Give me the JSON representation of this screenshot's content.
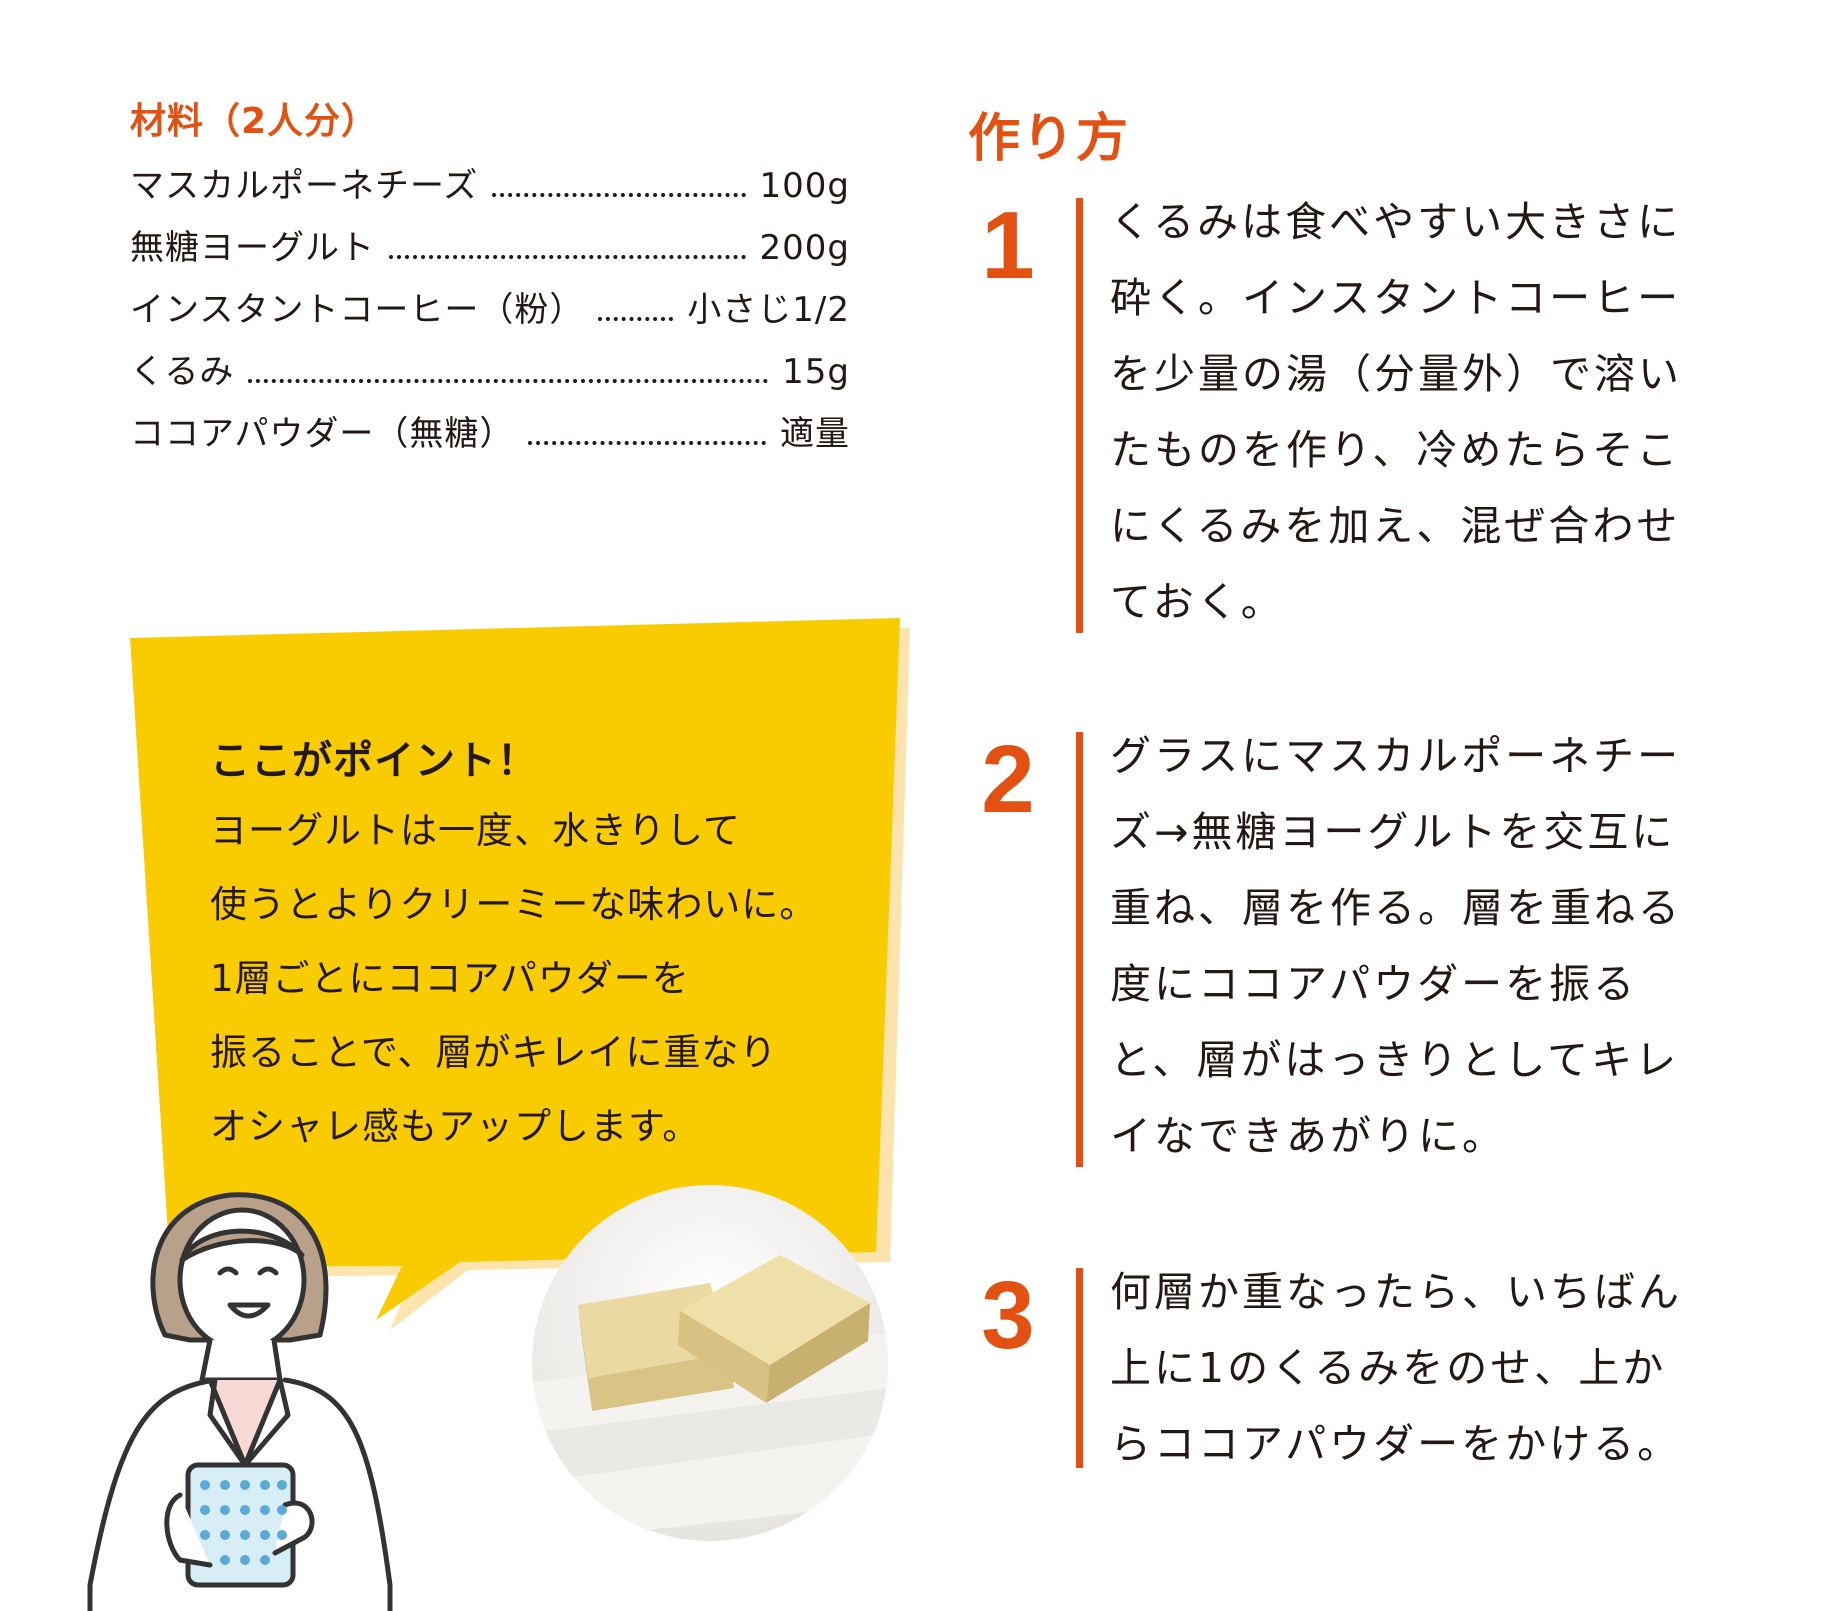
{
  "ingredients": {
    "title": "材料（2人分）",
    "items": [
      {
        "name": "マスカルポーネチーズ",
        "qty": "100g"
      },
      {
        "name": "無糖ヨーグルト",
        "qty": "200g"
      },
      {
        "name": "インスタントコーヒー（粉）",
        "qty": "小さじ1/2"
      },
      {
        "name": "くるみ",
        "qty": "15g"
      },
      {
        "name": "ココアパウダー（無糖）",
        "qty": "適量"
      }
    ]
  },
  "method": {
    "title": "作り方",
    "steps": [
      {
        "number": "1",
        "text": "くるみは食べやすい大きさに砕く。インスタントコーヒーを少量の湯（分量外）で溶いたものを作り、冷めたらそこにくるみを加え、混ぜ合わせておく。"
      },
      {
        "number": "2",
        "text": "グラスにマスカルポーネチーズ→無糖ヨーグルトを交互に重ね、層を作る。層を重ねる度にココアパウダーを振ると、層がはっきりとしてキレイなできあがりに。"
      },
      {
        "number": "3",
        "text": "何層か重なったら、いちばん上に1のくるみをのせ、上からココアパウダーをかける。"
      }
    ]
  },
  "point": {
    "title": "ここがポイント！",
    "lines": [
      "ヨーグルトは一度、水きりして",
      "使うとよりクリーミーな味わいに。",
      "1層ごとにココアパウダーを",
      "振ることで、層がキレイに重なり",
      "オシャレ感もアップします。"
    ]
  },
  "colors": {
    "accent": "#e35112",
    "bubble": "#f8cc00",
    "bubble_shadow": "#fde3ad",
    "text": "#231815"
  },
  "icons": {
    "photo": "koya-tofu-photo",
    "person": "woman-with-phone-illustration"
  }
}
